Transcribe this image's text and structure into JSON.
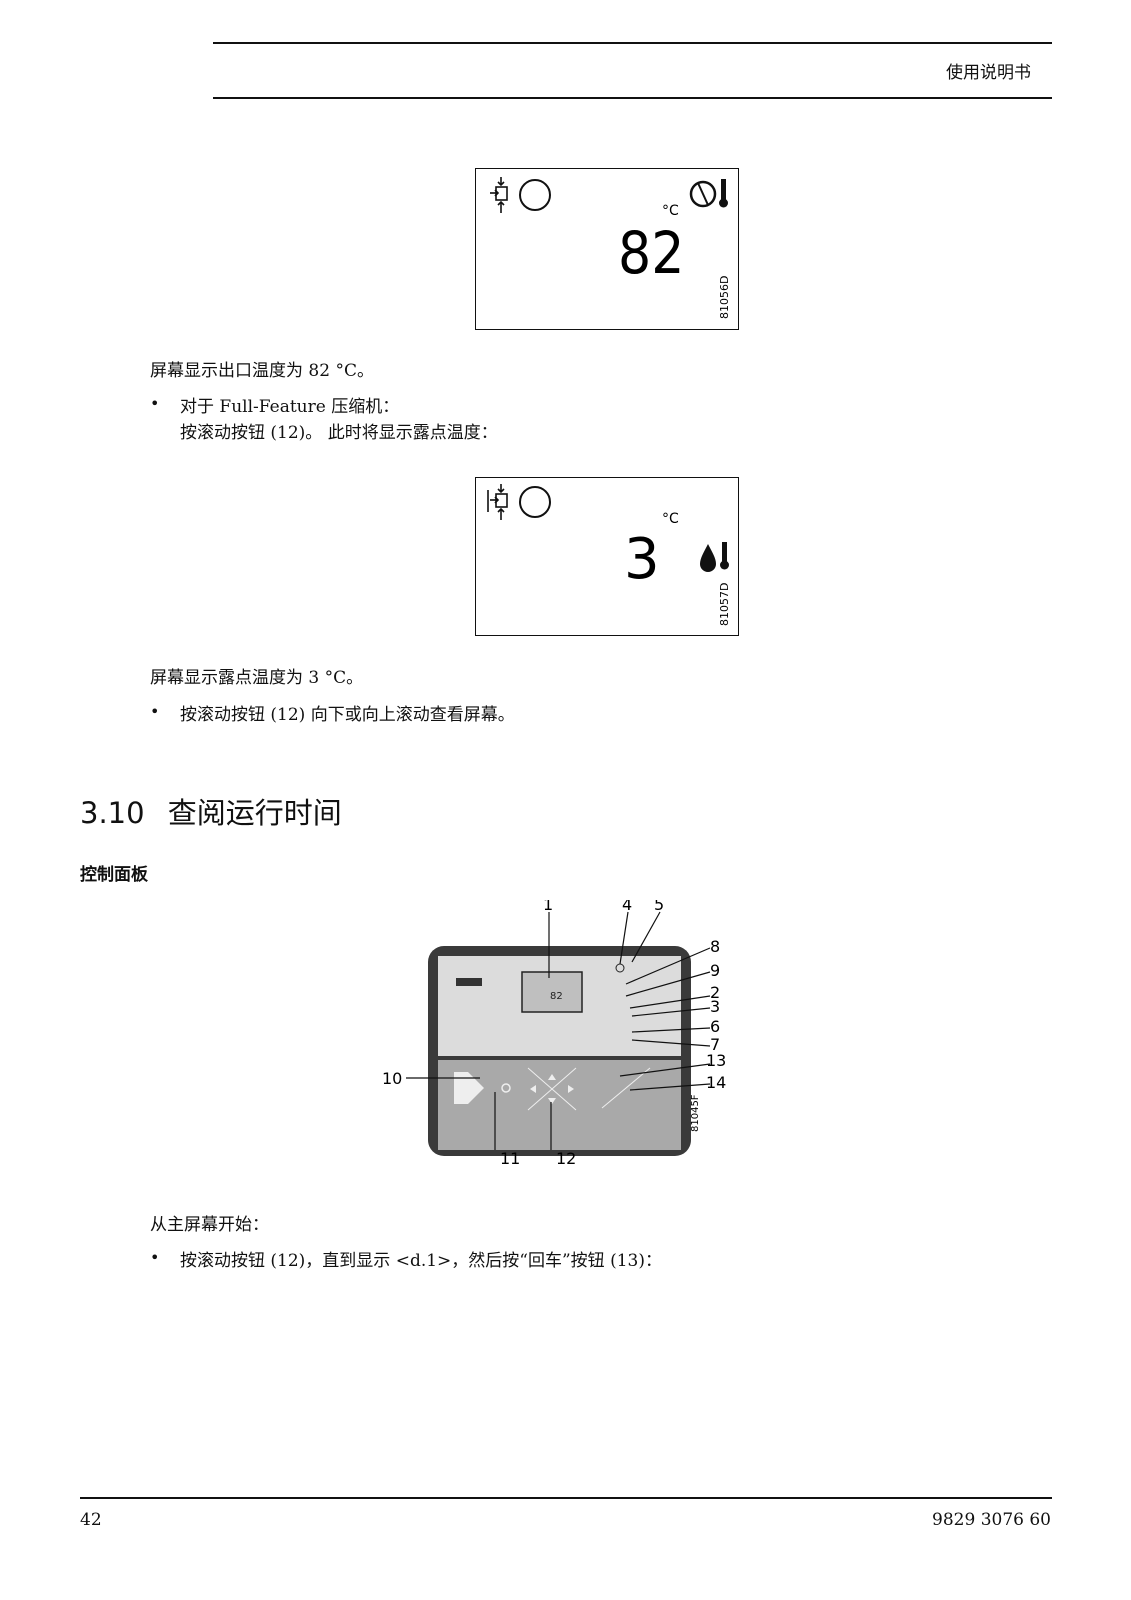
{
  "header": {
    "title": "使用说明书"
  },
  "display1": {
    "unit": "°C",
    "value": "82",
    "code": "81056D"
  },
  "caption1": "屏幕显示出口温度为 82 °C。",
  "bullet1": {
    "line1": "对于 Full-Feature 压缩机：",
    "line2": "按滚动按钮 (12)。 此时将显示露点温度："
  },
  "display2": {
    "unit": "°C",
    "value": "3",
    "code": "81057D"
  },
  "caption2": "屏幕显示露点温度为 3 °C。",
  "bullet2": "按滚动按钮 (12) 向下或向上滚动查看屏幕。",
  "section": {
    "number": "3.10",
    "title": "查阅运行时间"
  },
  "subsection": "控制面板",
  "panel": {
    "code": "81045F",
    "screen_value": "82",
    "callouts": [
      "1",
      "4",
      "5",
      "8",
      "9",
      "2",
      "3",
      "6",
      "7",
      "13",
      "14",
      "10",
      "11",
      "12"
    ]
  },
  "para3": "从主屏幕开始：",
  "bullet3": "按滚动按钮 (12)，直到显示 <d.1>，然后按“回车”按钮 (13)：",
  "footer": {
    "page": "42",
    "doc_number": "9829 3076 60"
  }
}
